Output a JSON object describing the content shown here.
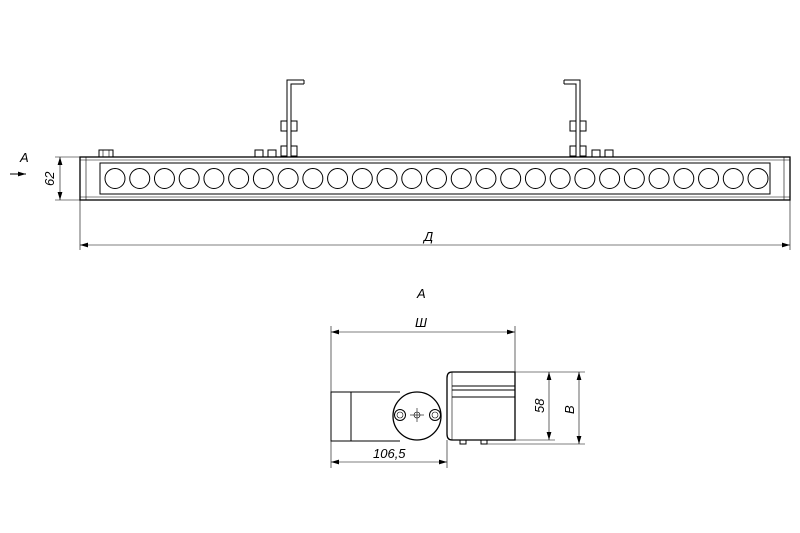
{
  "front_view": {
    "view_arrow_label": "А",
    "height_label": "62",
    "length_label": "Д",
    "led_count": 27
  },
  "side_view": {
    "view_title": "А",
    "width_label": "Ш",
    "bracket_label": "106,5",
    "body_height_label": "58",
    "total_height_label": "В"
  }
}
